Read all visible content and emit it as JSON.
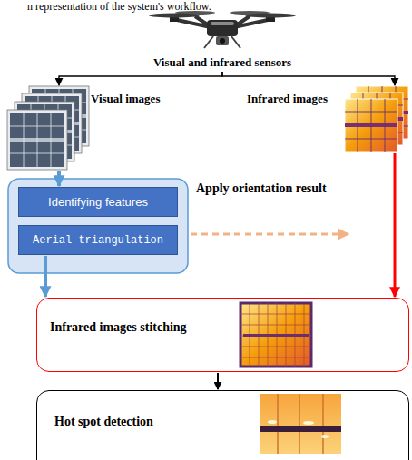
{
  "diagram": {
    "nodes": [
      {
        "text": [
          "Visual and infrared sensors"
        ]
      },
      {
        "text": [
          "Visual images"
        ]
      },
      {
        "text": [
          "Infrared images"
        ]
      },
      {
        "text": [
          "Identifying features"
        ]
      },
      {
        "text": [
          "Aerial triangulation"
        ]
      },
      {
        "text": [
          "Infrared images stitching"
        ]
      },
      {
        "text": [
          "Hot spot detection"
        ]
      }
    ],
    "edges": [
      {
        "from": 0,
        "to": 1,
        "arrow": "to"
      },
      {
        "from": 0,
        "to": 2,
        "arrow": "to"
      },
      {
        "from": 1,
        "to": 3,
        "arrow": "to"
      },
      {
        "from": 4,
        "to": 5,
        "arrow": "to"
      },
      {
        "from": 2,
        "to": 5,
        "arrow": "to"
      },
      {
        "from": 5,
        "to": 6,
        "arrow": "to"
      }
    ],
    "labels": [
      "n representation of the system's workflow.",
      "Apply orientation result"
    ]
  }
}
